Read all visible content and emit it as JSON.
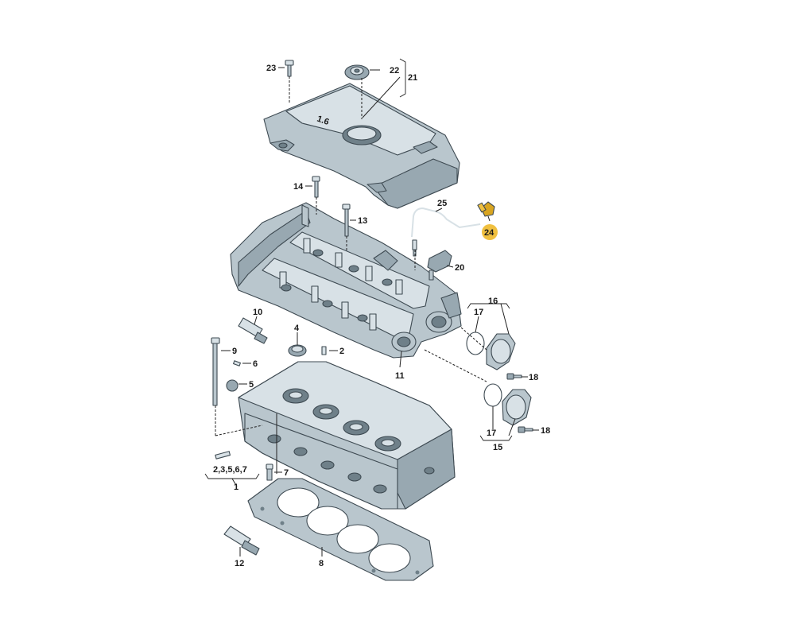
{
  "diagram": {
    "highlight_color": "#f0c040",
    "part_color": "#b9c6cd",
    "callouts": [
      {
        "id": "c21",
        "text": "21"
      },
      {
        "id": "c22",
        "text": "22"
      },
      {
        "id": "c23",
        "text": "23"
      },
      {
        "id": "c14",
        "text": "14"
      },
      {
        "id": "c13",
        "text": "13"
      },
      {
        "id": "c25",
        "text": "25"
      },
      {
        "id": "c24",
        "text": "24",
        "highlighted": true
      },
      {
        "id": "c20",
        "text": "20"
      },
      {
        "id": "c16",
        "text": "16"
      },
      {
        "id": "c17a",
        "text": "17"
      },
      {
        "id": "c18a",
        "text": "18"
      },
      {
        "id": "c17b",
        "text": "17"
      },
      {
        "id": "c18b",
        "text": "18"
      },
      {
        "id": "c15",
        "text": "15"
      },
      {
        "id": "c11",
        "text": "11"
      },
      {
        "id": "c10",
        "text": "10"
      },
      {
        "id": "c4",
        "text": "4"
      },
      {
        "id": "c2",
        "text": "2"
      },
      {
        "id": "c9",
        "text": "9"
      },
      {
        "id": "c6",
        "text": "6"
      },
      {
        "id": "c5",
        "text": "5"
      },
      {
        "id": "c7",
        "text": "7"
      },
      {
        "id": "c2357",
        "text": "2,3,5,6,7"
      },
      {
        "id": "c1",
        "text": "1"
      },
      {
        "id": "c12",
        "text": "12"
      },
      {
        "id": "c8",
        "text": "8"
      }
    ],
    "cover_marking": "1.6"
  }
}
